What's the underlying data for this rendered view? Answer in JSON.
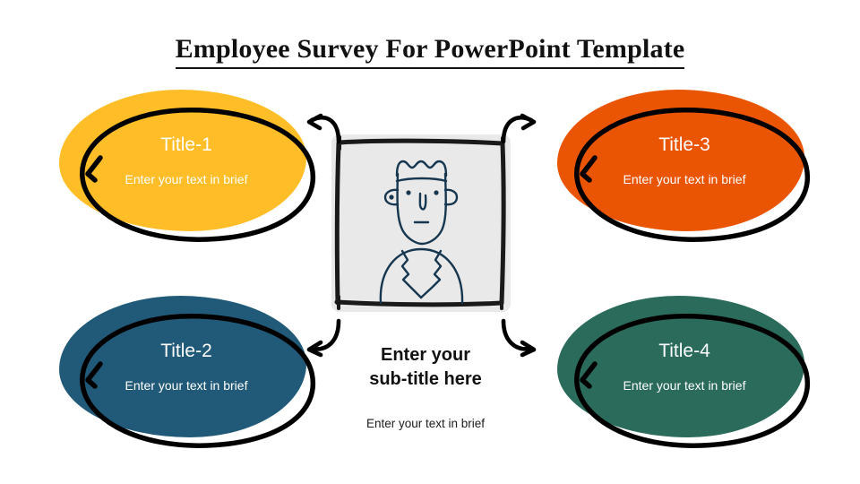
{
  "slide": {
    "title": "Employee Survey For PowerPoint Template",
    "background_color": "#FFFFFF"
  },
  "center": {
    "frame_name": "photo-placeholder-frame",
    "frame_background": "#E9E9E9",
    "illustration": "person-portrait-sketch",
    "illustration_color": "#16374F",
    "subtitle": "Enter your\nsub-title here",
    "subtitle_line1": "Enter your",
    "subtitle_line2": "sub-title here",
    "description": "Enter your text in brief"
  },
  "cards": [
    {
      "id": "title-1",
      "title": "Title-1",
      "body": "Enter your text in brief",
      "color": "#FFBE27",
      "text_color": "#FFFFFF",
      "position": "top-left"
    },
    {
      "id": "title-2",
      "title": "Title-2",
      "body": "Enter your text in brief",
      "color": "#215A78",
      "text_color": "#FFFFFF",
      "position": "bottom-left"
    },
    {
      "id": "title-3",
      "title": "Title-3",
      "body": "Enter your text in brief",
      "color": "#EA5504",
      "text_color": "#FFFFFF",
      "position": "top-right"
    },
    {
      "id": "title-4",
      "title": "Title-4",
      "body": "Enter your text in brief",
      "color": "#2A6B5B",
      "text_color": "#FFFFFF",
      "position": "bottom-right"
    }
  ],
  "arrows": [
    {
      "name": "arrow-to-title-1",
      "direction": "up-left",
      "color": "#000000"
    },
    {
      "name": "arrow-to-title-3",
      "direction": "up-right",
      "color": "#000000"
    },
    {
      "name": "arrow-to-title-2",
      "direction": "down-left",
      "color": "#000000"
    },
    {
      "name": "arrow-to-title-4",
      "direction": "down-right",
      "color": "#000000"
    }
  ],
  "style": {
    "outline_color": "#000000",
    "title_underline": true
  }
}
